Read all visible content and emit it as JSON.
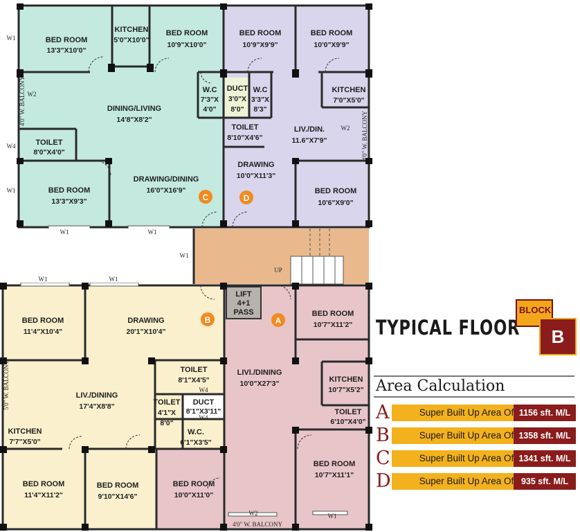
{
  "title": "TYPICAL FLOOR",
  "block": {
    "word": "BLOCK",
    "letter": "B"
  },
  "area": {
    "title": "Area Calculation",
    "rows": [
      {
        "letter": "A",
        "label": "Super Built Up Area Of",
        "value": "1156 sft. M/L"
      },
      {
        "letter": "B",
        "label": "Super Built Up Area Of",
        "value": "1358 sft. M/L"
      },
      {
        "letter": "C",
        "label": "Super Built Up Area Of",
        "value": "1341 sft. M/L"
      },
      {
        "letter": "D",
        "label": "Super Built Up Area Of",
        "value": "935 sft. M/L"
      }
    ]
  },
  "units": {
    "a": "A",
    "b": "B",
    "c": "C",
    "d": "D"
  },
  "lift": {
    "l1": "LIFT",
    "l2": "4+1",
    "l3": "PASS"
  },
  "up": "UP",
  "colors": {
    "unit_c": "#c4e9df",
    "unit_d": "#d9d5ec",
    "unit_b": "#faf0cd",
    "unit_a": "#e8c5c9",
    "stair": "#e9b98d",
    "marker": "#f28a1f",
    "accent": "#8a1c1c",
    "gold": "#f2b11d"
  },
  "rooms": {
    "c_bed1": [
      "BED ROOM",
      "13'3\"X10'0\""
    ],
    "c_kitchen": [
      "KITCHEN",
      "5'0\"X10'0\""
    ],
    "c_bed2": [
      "BED ROOM",
      "10'9\"X10'0\""
    ],
    "c_dining": [
      "DINING/LIVING",
      "14'8\"X8'2\""
    ],
    "c_wc": [
      "W.C",
      "7'3\"X",
      "4'0\""
    ],
    "c_toilet": [
      "TOILET",
      "8'0\"X4'0\""
    ],
    "c_bed3": [
      "BED ROOM",
      "13'3\"X9'3\""
    ],
    "c_drawing": [
      "DRAWING/DINING",
      "16'0\"X16'9\""
    ],
    "d_bed1": [
      "BED ROOM",
      "10'9\"X9'9\""
    ],
    "d_bed2": [
      "BED ROOM",
      "10'0\"X9'9\""
    ],
    "duct1": [
      "DUCT",
      "3'0\"X",
      "8'0\""
    ],
    "d_wc": [
      "W.C",
      "3'3\"X",
      "8'3\""
    ],
    "d_kitchen": [
      "KITCHEN",
      "7'0\"X5'0\""
    ],
    "d_toilet": [
      "TOILET",
      "8'10\"X4'6\""
    ],
    "d_liv": [
      "LIV./DIN.",
      "11.6\"X7'9\""
    ],
    "d_drawing": [
      "DRAWING",
      "10'0\"X11'3\""
    ],
    "d_bed3": [
      "BED ROOM",
      "10'6\"X9'0\""
    ],
    "b_bed1": [
      "BED ROOM",
      "11'4\"X10'4\""
    ],
    "b_drawing": [
      "DRAWING",
      "20'1\"X10'4\""
    ],
    "b_toilet1": [
      "TOILET",
      "8'1\"X4'5\""
    ],
    "b_liv": [
      "LIV./DINING",
      "17'4\"X8'8\""
    ],
    "b_toilet2": [
      "TOILET",
      "4'1\"X",
      "8'0\""
    ],
    "duct2": [
      "DUCT",
      "8'1\"X3'11\""
    ],
    "b_kitchen": [
      "KITCHEN",
      "7'7\"X5'0\""
    ],
    "b_wc": [
      "W.C.",
      "6'1\"X3'5\""
    ],
    "b_bed2": [
      "BED ROOM",
      "11'4\"X11'2\""
    ],
    "b_bed3": [
      "BED ROOM",
      "9'10\"X14'6\""
    ],
    "a_bed0": [
      "BED ROOM",
      "10'0\"X11'0\""
    ],
    "a_bed1": [
      "BED ROOM",
      "10'7\"X11'2\""
    ],
    "a_liv": [
      "LIVI./DINING",
      "10'0\"X27'3\""
    ],
    "a_kitchen": [
      "KITCHEN",
      "10'7\"X5'2\""
    ],
    "a_toilet": [
      "TOILET",
      "6'10\"X4'0\""
    ],
    "a_bed2": [
      "BED ROOM",
      "10'7\"X11'1\""
    ]
  },
  "balconies": {
    "c": "4'0\" W. BALCONY",
    "d": "4'0\" W. BALCONY",
    "b": "5'0\" W. BALCONY",
    "a": "4'0\" W. BALCONY"
  },
  "windows": {
    "w1": "W1",
    "w2": "W2",
    "w4": "W4"
  }
}
